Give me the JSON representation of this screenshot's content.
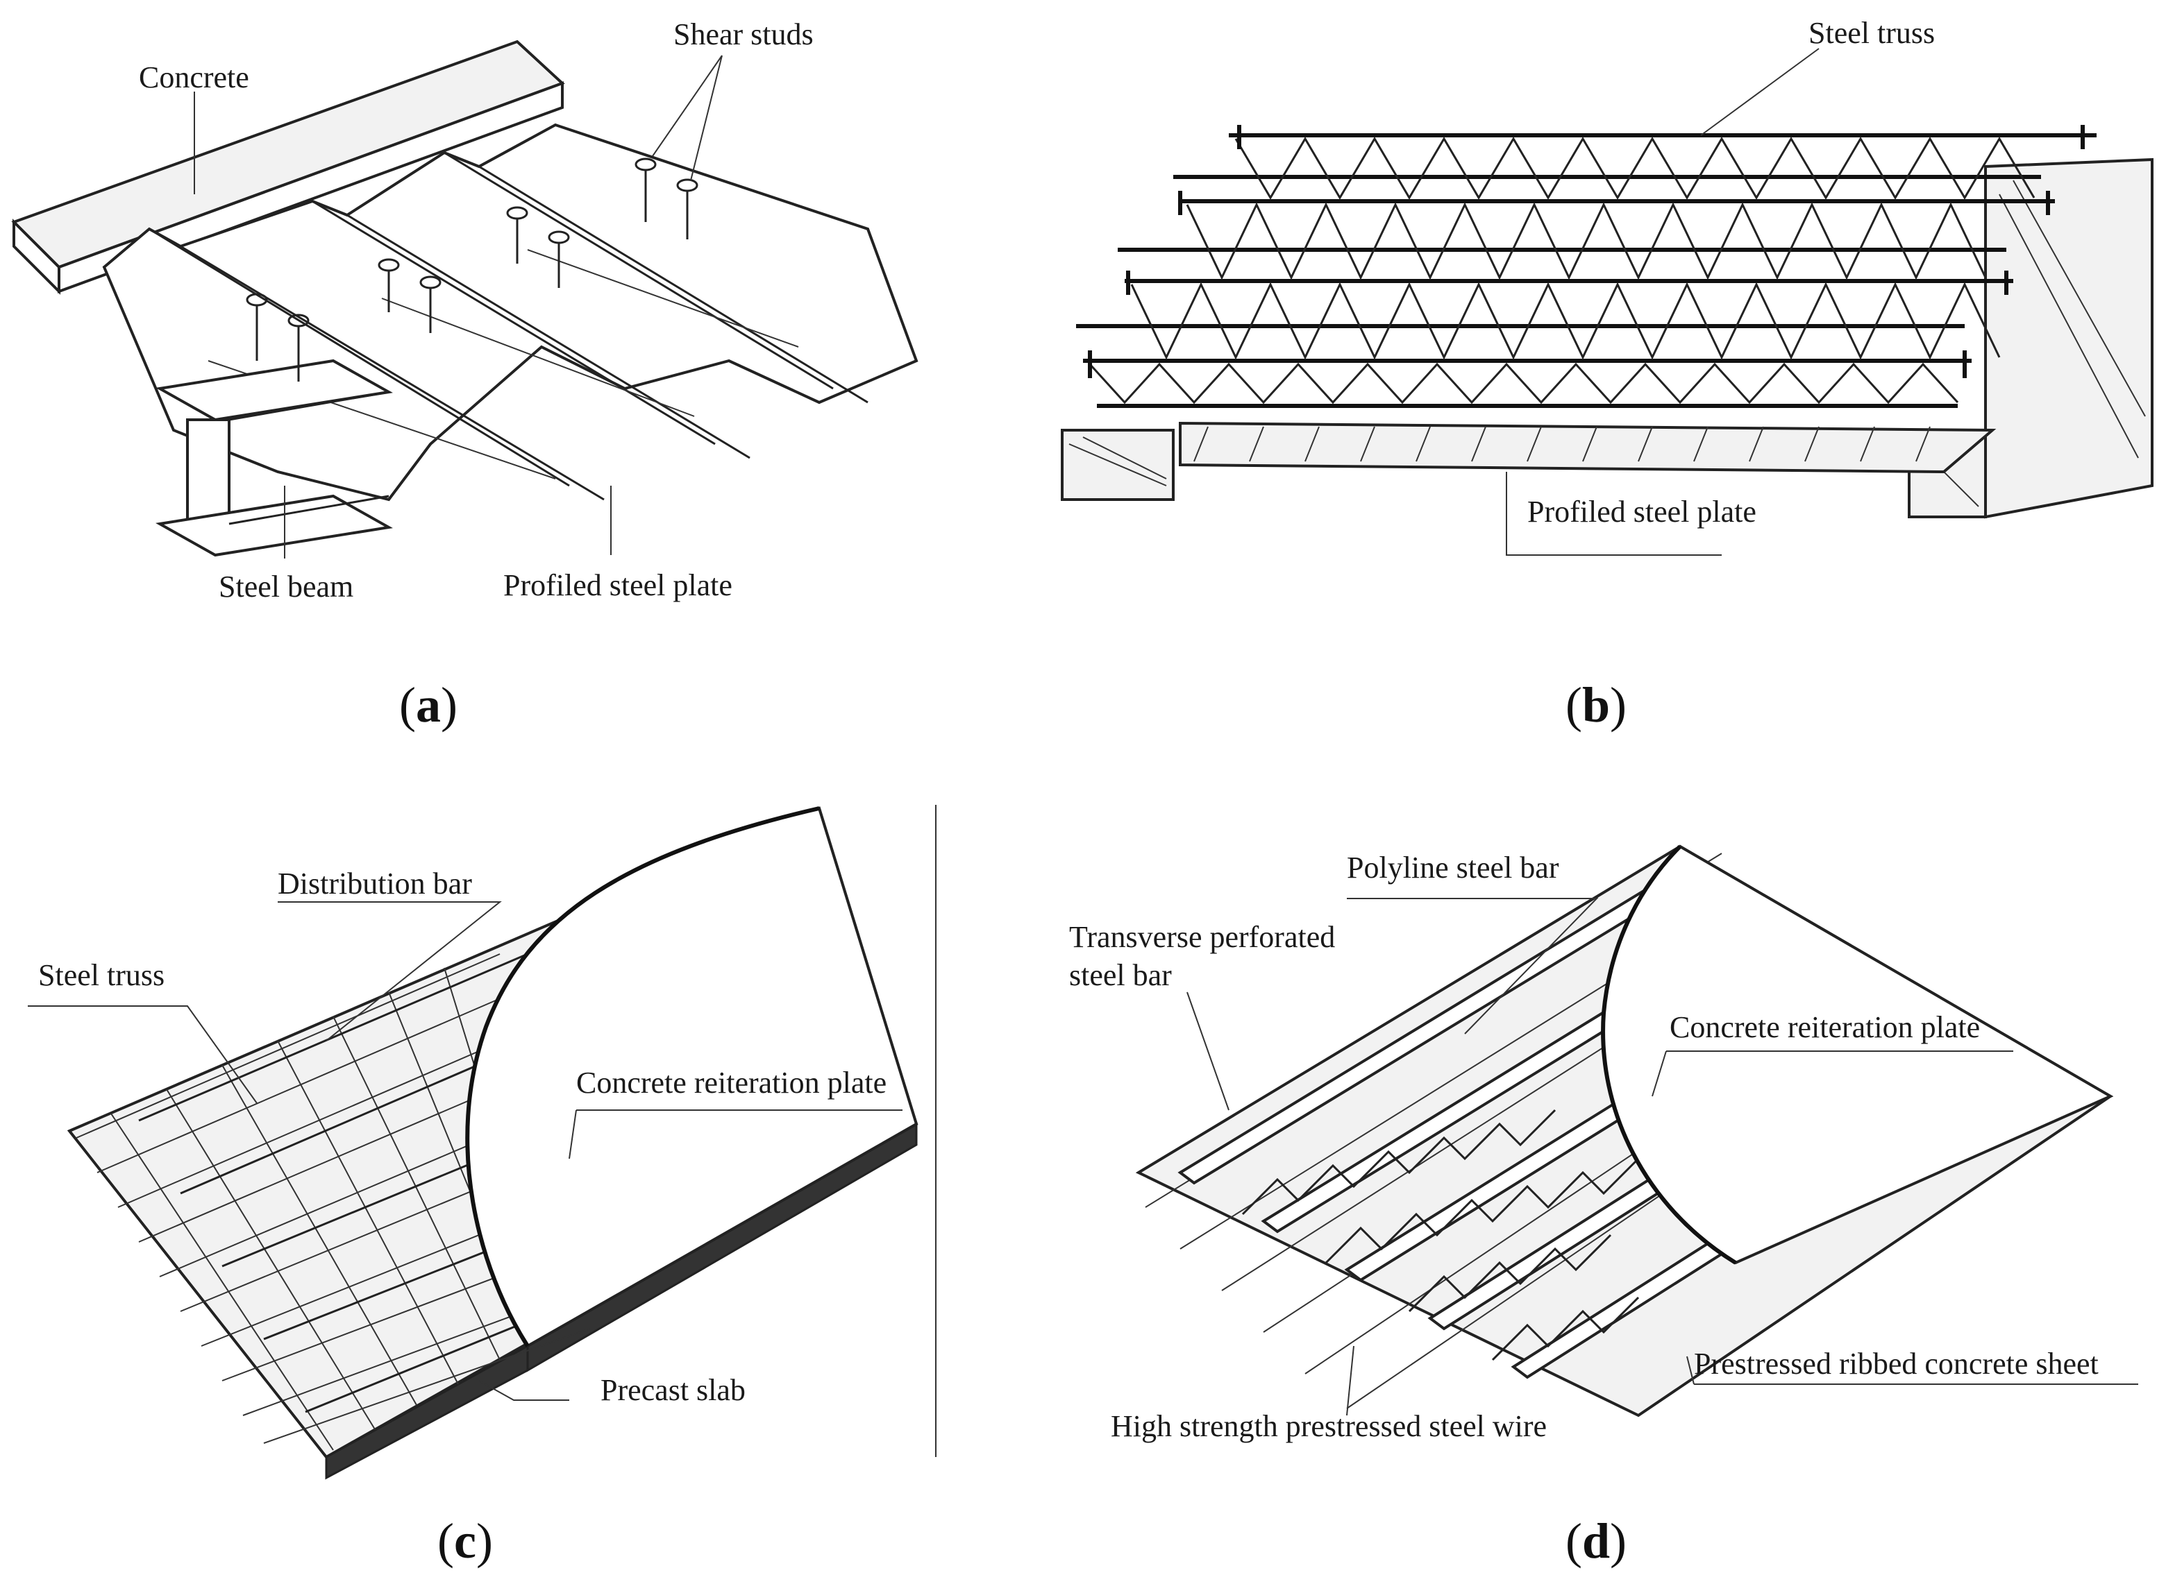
{
  "panels": [
    {
      "id": "a",
      "caption_letter": "a",
      "labels": {
        "concrete": "Concrete",
        "shear_studs": "Shear studs",
        "steel_beam": "Steel beam",
        "profiled_steel_plate": "Profiled steel plate"
      }
    },
    {
      "id": "b",
      "caption_letter": "b",
      "labels": {
        "steel_truss": "Steel truss",
        "profiled_steel_plate": "Profiled steel plate"
      }
    },
    {
      "id": "c",
      "caption_letter": "c",
      "labels": {
        "distribution_bar": "Distribution bar",
        "steel_truss": "Steel truss",
        "concrete_reiteration_plate": "Concrete reiteration plate",
        "precast_slab": "Precast slab"
      }
    },
    {
      "id": "d",
      "caption_letter": "d",
      "labels": {
        "polyline_steel_bar": "Polyline steel bar",
        "transverse_perforated_1": "Transverse perforated",
        "transverse_perforated_2": "steel bar",
        "concrete_reiteration_plate": "Concrete reiteration plate",
        "prestressed_ribbed_sheet": "Prestressed ribbed concrete sheet",
        "high_strength_wire": "High strength prestressed steel wire"
      }
    }
  ]
}
